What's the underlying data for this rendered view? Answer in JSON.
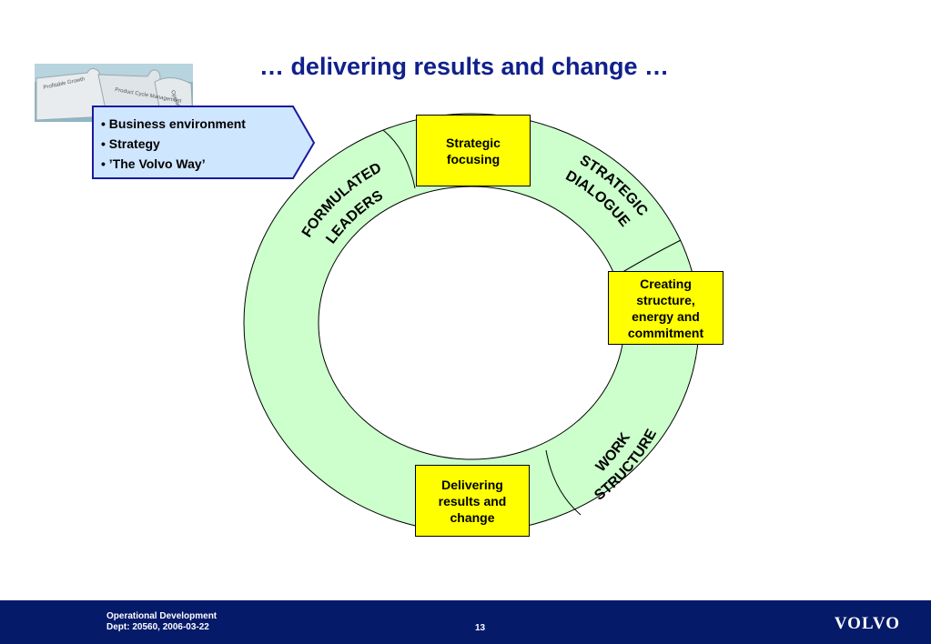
{
  "title": "… delivering results and change …",
  "puzzle_labels": [
    "Profitable Growth",
    "Product Cycle Management",
    "Operational"
  ],
  "callout": {
    "items": [
      "• Business environment",
      "• Strategy",
      "• ’The Volvo Way’"
    ]
  },
  "boxes": {
    "top": [
      "Strategic",
      "focusing"
    ],
    "right": [
      "Creating",
      "structure,",
      "energy and",
      "commitment"
    ],
    "bottom": [
      "Delivering",
      "results and",
      "change"
    ]
  },
  "arc_labels": {
    "formulated": [
      "FORMULATED",
      "LEADERS"
    ],
    "strategic": [
      "STRATEGIC",
      "DIALOGUE"
    ],
    "work": [
      "WORK",
      "STRUCTURE"
    ]
  },
  "colors": {
    "ring_fill": "#ccffcc",
    "box_fill": "#ffff00",
    "callout_fill": "#cfe6ff",
    "callout_border": "#1a1a9c",
    "title": "#10208c",
    "footer": "#061a6a"
  },
  "footer": {
    "dept_name": "Operational Development",
    "dept_code": "Dept: 20560, 2006-03-22",
    "page_number": "13",
    "logo": "VOLVO"
  }
}
